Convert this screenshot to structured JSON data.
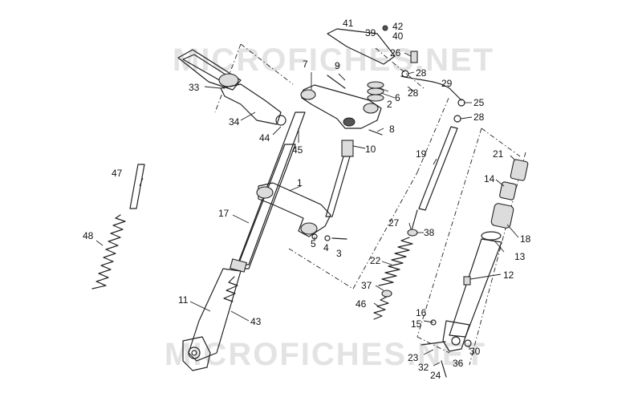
{
  "watermark": {
    "text": "MICROFICHES.NET"
  },
  "callouts": {
    "c1": "1",
    "c2": "2",
    "c3": "3",
    "c4": "4",
    "c5": "5",
    "c6": "6",
    "c7": "7",
    "c8": "8",
    "c9": "9",
    "c10": "10",
    "c11": "11",
    "c12": "12",
    "c13": "13",
    "c14": "14",
    "c15": "15",
    "c16": "16",
    "c17": "17",
    "c18": "18",
    "c19": "19",
    "c21": "21",
    "c22": "22",
    "c23": "23",
    "c24": "24",
    "c25": "25",
    "c26": "26",
    "c27": "27",
    "c28a": "28",
    "c28b": "28",
    "c28c": "28",
    "c29": "29",
    "c30": "30",
    "c32": "32",
    "c33": "33",
    "c34": "34",
    "c36": "36",
    "c37": "37",
    "c38": "38",
    "c39": "39",
    "c40": "40",
    "c41": "41",
    "c42": "42",
    "c43": "43",
    "c44": "44",
    "c45": "45",
    "c46": "46",
    "c47": "47",
    "c48": "48"
  }
}
